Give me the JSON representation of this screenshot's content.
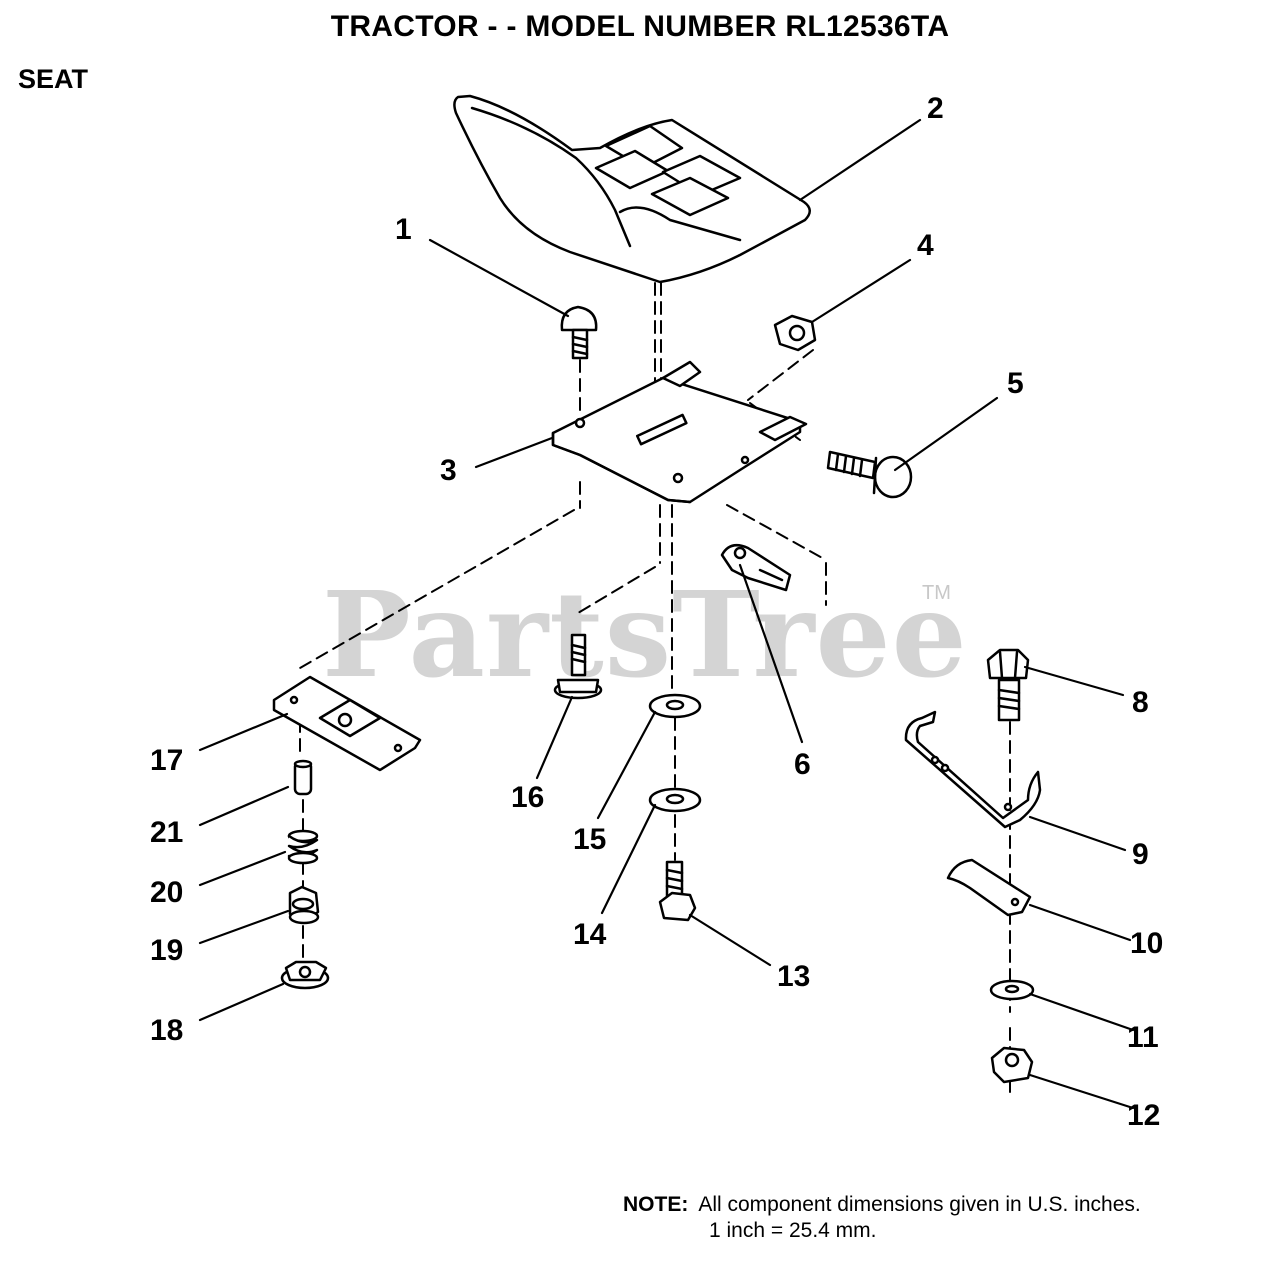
{
  "title": "TRACTOR - - MODEL NUMBER RL12536TA",
  "section": "SEAT",
  "watermark": "PartsTree",
  "watermark_tm": "TM",
  "callouts": {
    "c1": "1",
    "c2": "2",
    "c3": "3",
    "c4": "4",
    "c5": "5",
    "c6": "6",
    "c8": "8",
    "c9": "9",
    "c10": "10",
    "c11": "11",
    "c12": "12",
    "c13": "13",
    "c14": "14",
    "c15": "15",
    "c16": "16",
    "c17": "17",
    "c18": "18",
    "c19": "19",
    "c20": "20",
    "c21": "21"
  },
  "note": {
    "label": "NOTE:",
    "line1": "All component dimensions given in U.S. inches.",
    "line2": "1 inch = 25.4 mm."
  }
}
